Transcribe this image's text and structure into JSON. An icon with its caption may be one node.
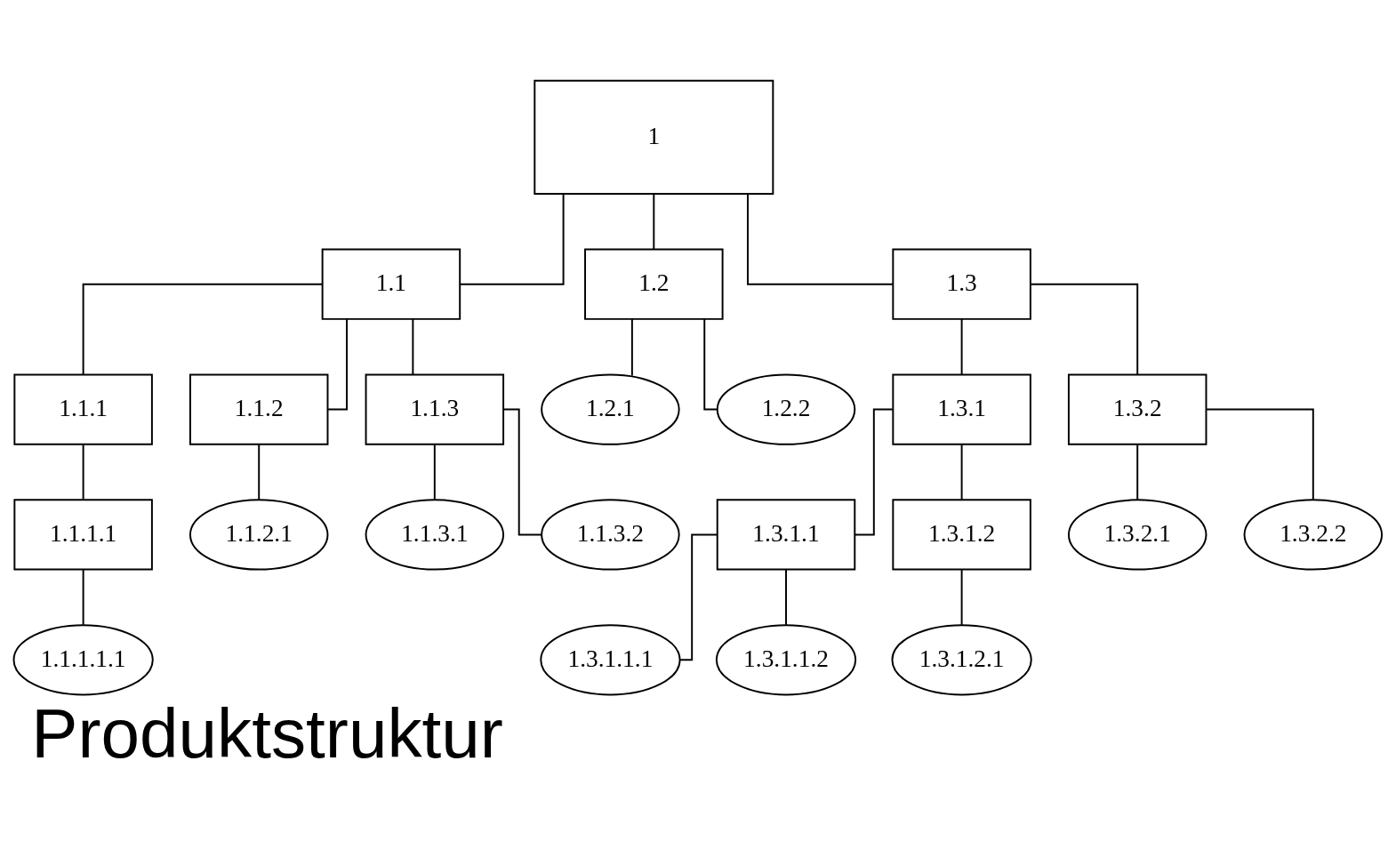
{
  "diagram": {
    "caption": "Produktstruktur",
    "nodes": [
      {
        "text": [
          "1"
        ]
      },
      {
        "text": [
          "1.1"
        ]
      },
      {
        "text": [
          "1.2"
        ]
      },
      {
        "text": [
          "1.3"
        ]
      },
      {
        "text": [
          "1.1.1"
        ]
      },
      {
        "text": [
          "1.1.2"
        ]
      },
      {
        "text": [
          "1.1.3"
        ]
      },
      {
        "text": [
          "1.2.1"
        ]
      },
      {
        "text": [
          "1.2.2"
        ]
      },
      {
        "text": [
          "1.3.1"
        ]
      },
      {
        "text": [
          "1.3.2"
        ]
      },
      {
        "text": [
          "1.1.1.1"
        ]
      },
      {
        "text": [
          "1.1.2.1"
        ]
      },
      {
        "text": [
          "1.1.3.1"
        ]
      },
      {
        "text": [
          "1.1.3.2"
        ]
      },
      {
        "text": [
          "1.3.2.1"
        ]
      },
      {
        "text": [
          "1.3.2.2"
        ]
      },
      {
        "text": [
          "1.3.1.1"
        ]
      },
      {
        "text": [
          "1.3.1.2"
        ]
      },
      {
        "text": [
          "1.1.1.1.1"
        ]
      },
      {
        "text": [
          "1.3.1.2.1"
        ]
      },
      {
        "text": [
          "1.3.1.1.1"
        ]
      },
      {
        "text": [
          "1.3.1.1.2"
        ]
      }
    ],
    "edges": [
      {
        "from": 0,
        "to": 1,
        "arrow": "none"
      },
      {
        "from": 0,
        "to": 2,
        "arrow": "none"
      },
      {
        "from": 0,
        "to": 3,
        "arrow": "none"
      },
      {
        "from": 1,
        "to": 4,
        "arrow": "none"
      },
      {
        "from": 1,
        "to": 5,
        "arrow": "none"
      },
      {
        "from": 1,
        "to": 6,
        "arrow": "none"
      },
      {
        "from": 2,
        "to": 7,
        "arrow": "none"
      },
      {
        "from": 2,
        "to": 8,
        "arrow": "none"
      },
      {
        "from": 3,
        "to": 9,
        "arrow": "none"
      },
      {
        "from": 3,
        "to": 10,
        "arrow": "none"
      },
      {
        "from": 4,
        "to": 11,
        "arrow": "none"
      },
      {
        "from": 5,
        "to": 12,
        "arrow": "none"
      },
      {
        "from": 6,
        "to": 13,
        "arrow": "none"
      },
      {
        "from": 6,
        "to": 14,
        "arrow": "none"
      },
      {
        "from": 10,
        "to": 15,
        "arrow": "none"
      },
      {
        "from": 10,
        "to": 16,
        "arrow": "none"
      },
      {
        "from": 9,
        "to": 17,
        "arrow": "none"
      },
      {
        "from": 9,
        "to": 18,
        "arrow": "none"
      },
      {
        "from": 11,
        "to": 19,
        "arrow": "none"
      },
      {
        "from": 18,
        "to": 20,
        "arrow": "none"
      },
      {
        "from": 17,
        "to": 21,
        "arrow": "none"
      },
      {
        "from": 17,
        "to": 22,
        "arrow": "none"
      }
    ]
  }
}
